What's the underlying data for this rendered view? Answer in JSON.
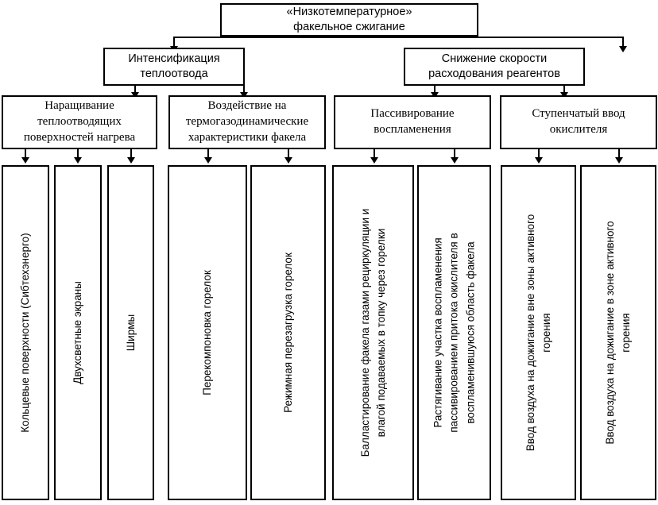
{
  "diagram": {
    "title": "«Низкотемпературное» факельное сжигание",
    "root": {
      "label": "«Низкотемпературное»\nфакельное сжигание"
    },
    "level2": [
      {
        "label": "Интенсификация\nтеплоотвода"
      },
      {
        "label": "Снижение скорости\nрасходования реагентов"
      }
    ],
    "level3": [
      {
        "label": "Наращивание\nтеплоотводящих\nповерхностей нагрева"
      },
      {
        "label": "Воздействие на\nтермогазодинамические\nхарактеристики факела"
      },
      {
        "label": "Пассивирование\nвоспламенения"
      },
      {
        "label": "Ступенчатый ввод\nокислителя"
      }
    ],
    "leaves": [
      {
        "label": "Кольцевые поверхности (Сибтехэнерго)"
      },
      {
        "label": "Двухсветные экраны"
      },
      {
        "label": "Ширмы"
      },
      {
        "label": "Перекомпоновка горелок"
      },
      {
        "label": "Режимная перезагрузка горелок"
      },
      {
        "label": "Баллaстирование факела газами рециркуляции и\nвлагой подаваемых в топку через горелки"
      },
      {
        "label": "Растягивание участка воспламенения\nпассивированием притока окислителя в\nвоспламенившуюся область факела"
      },
      {
        "label": "Ввод воздуха на дожигание вне зоны активного\nгорения"
      },
      {
        "label": "Ввод воздуха на дожигание в зоне активного\nгорения"
      }
    ],
    "colors": {
      "stroke": "#000000",
      "fill": "#ffffff",
      "text": "#000000"
    }
  }
}
